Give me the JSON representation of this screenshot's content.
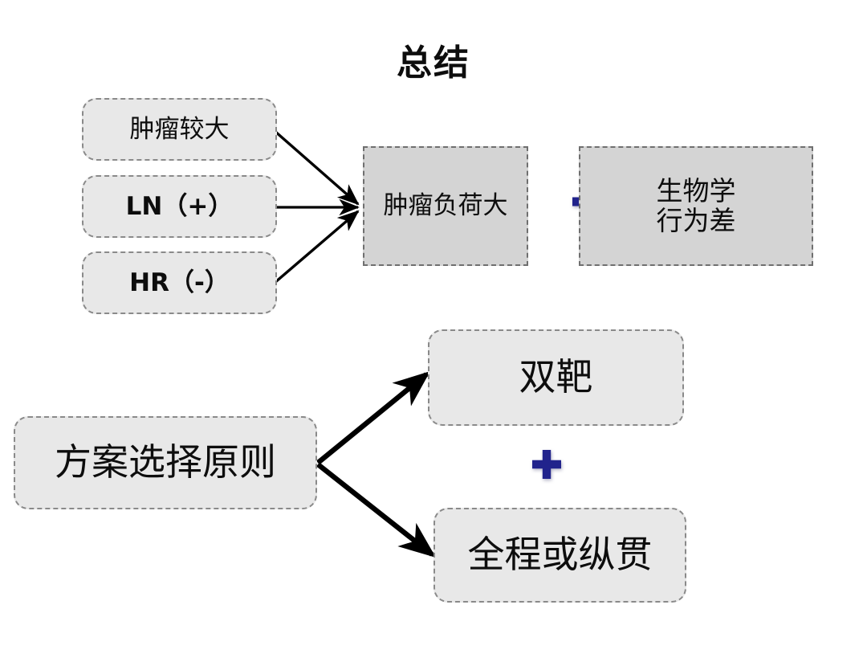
{
  "title": "总结",
  "boxes": {
    "tumor_large": "肿瘤较大",
    "ln_positive": "LN（+）",
    "hr_negative": "HR（-）",
    "tumor_burden": "肿瘤负荷大",
    "biology_poor": "生物学\n行为差",
    "principle": "方案选择原则",
    "dual_target": "双靶",
    "whole_course": "全程或纵贯"
  },
  "icons": {
    "plus_top": "plus-cross-icon",
    "plus_bottom": "plus-cross-icon"
  },
  "colors": {
    "plus_blue": "#21238c",
    "box_fill_rounded": "#e8e8e8",
    "box_fill_sharp": "#d4d4d4",
    "box_border": "#8a8a8a",
    "text": "#0d0d0d",
    "arrow": "#000000",
    "background": "#ffffff"
  },
  "diagram": {
    "type": "flow-diagram",
    "groups": [
      {
        "name": "tumor-burden-group",
        "sources": [
          "肿瘤较大",
          "LN（+）",
          "HR（-）"
        ],
        "target": "肿瘤负荷大",
        "combined_with": "生物学行为差",
        "connector": "+"
      },
      {
        "name": "regimen-principle-group",
        "source": "方案选择原则",
        "targets": [
          "双靶",
          "全程或纵贯"
        ],
        "connector": "+"
      }
    ]
  }
}
